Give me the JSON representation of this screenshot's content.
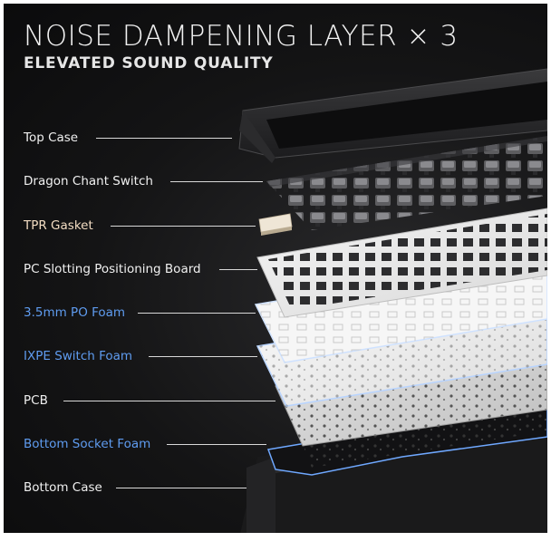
{
  "header": {
    "title": "NOISE DAMPENING LAYER × 3",
    "subtitle": "ELEVATED SOUND QUALITY"
  },
  "layers": [
    {
      "label": "Top Case",
      "color": "#f0f0f0"
    },
    {
      "label": "Dragon Chant Switch",
      "color": "#f0f0f0"
    },
    {
      "label": "TPR Gasket",
      "color": "#f2dcc2"
    },
    {
      "label": "PC Slotting Positioning Board",
      "color": "#f0f0f0"
    },
    {
      "label": "3.5mm PO Foam",
      "color": "#5f9cf0"
    },
    {
      "label": "IXPE Switch Foam",
      "color": "#5f9cf0"
    },
    {
      "label": "PCB",
      "color": "#f0f0f0"
    },
    {
      "label": "Bottom Socket Foam",
      "color": "#5f9cf0"
    },
    {
      "label": "Bottom Case",
      "color": "#f0f0f0"
    }
  ]
}
